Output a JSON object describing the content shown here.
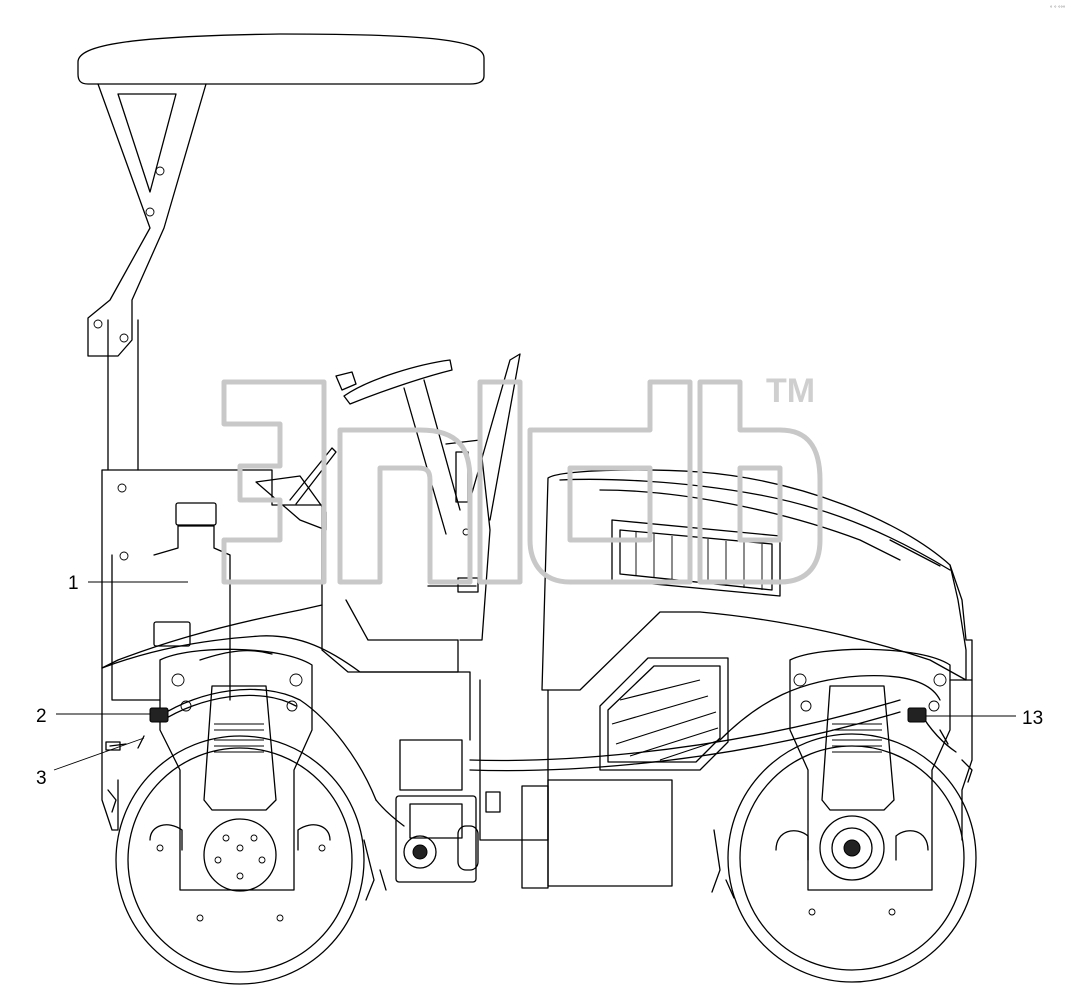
{
  "callouts": [
    {
      "id": "1",
      "label": "1"
    },
    {
      "id": "2",
      "label": "2"
    },
    {
      "id": "3",
      "label": "3"
    },
    {
      "id": "13",
      "label": "13"
    }
  ],
  "watermark": {
    "trademark": "TM"
  },
  "corner_mark": "° ° °°°",
  "colors": {
    "line": "#000000",
    "watermark": "#c8c8c8",
    "background": "#ffffff"
  }
}
